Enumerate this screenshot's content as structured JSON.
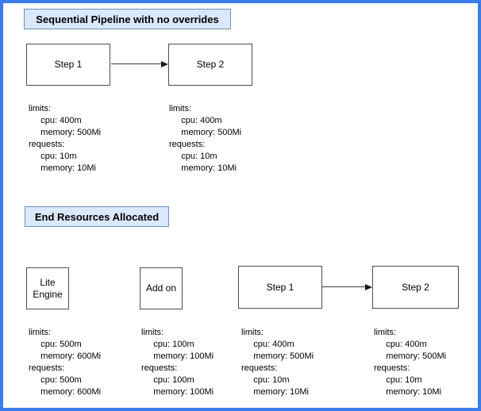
{
  "colors": {
    "frame_border": "#3B7DF1",
    "title_fill": "#DAE8FC",
    "title_border": "#6C8EBF",
    "node_border": "#4D4D4D",
    "text": "#000000",
    "background": "#FFFFFF"
  },
  "sections": [
    {
      "id": "sequential-pipeline",
      "title": "Sequential Pipeline with no overrides",
      "nodes": [
        {
          "label": "Step 1",
          "resources": "limits:\n     cpu: 400m\n     memory: 500Mi\nrequests:\n     cpu: 10m\n     memory: 10Mi"
        },
        {
          "label": "Step 2",
          "resources": "limits:\n     cpu: 400m\n     memory: 500Mi\nrequests:\n     cpu: 10m\n     memory: 10Mi"
        }
      ],
      "connector": {
        "from": "Step 1",
        "to": "Step 2"
      }
    },
    {
      "id": "end-resources-allocated",
      "title": "End Resources Allocated",
      "nodes": [
        {
          "label": "Lite\nEngine",
          "resources": "limits:\n     cpu: 500m\n     memory: 600Mi\nrequests:\n     cpu: 500m\n     memory: 600Mi"
        },
        {
          "label": "Add on",
          "resources": "limits:\n     cpu: 100m\n     memory: 100Mi\nrequests:\n     cpu: 100m\n     memory: 100Mi"
        },
        {
          "label": "Step 1",
          "resources": "limits:\n     cpu: 400m\n     memory: 500Mi\nrequests:\n     cpu: 10m\n     memory: 10Mi"
        },
        {
          "label": "Step 2",
          "resources": "limits:\n     cpu: 400m\n     memory: 500Mi\nrequests:\n     cpu: 10m\n     memory: 10Mi"
        }
      ],
      "connector": {
        "from": "Step 1",
        "to": "Step 2"
      }
    }
  ]
}
